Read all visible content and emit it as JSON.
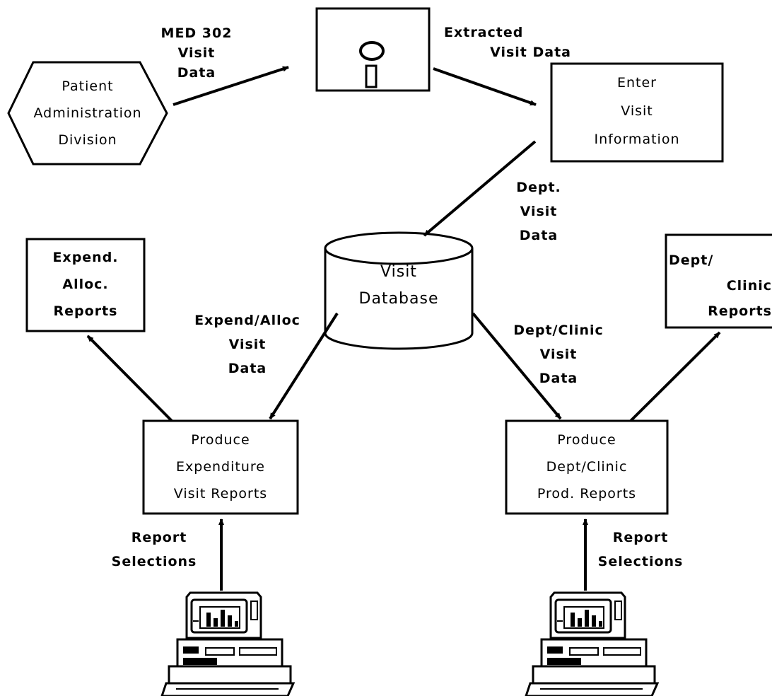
{
  "diagram": {
    "nodes": {
      "patient_admin": [
        "Patient",
        "Administration",
        "Division"
      ],
      "enter_visit": [
        "Enter",
        "Visit",
        "Information"
      ],
      "visit_database": [
        "Visit",
        "Database"
      ],
      "expend_alloc_reports": [
        "Expend.",
        "Alloc.",
        "Reports"
      ],
      "dept_clinic_reports": [
        "Dept/",
        "Clinic",
        "Reports"
      ],
      "produce_expenditure": [
        "Produce",
        "Expenditure",
        "Visit Reports"
      ],
      "produce_dept_clinic": [
        "Produce",
        "Dept/Clinic",
        "Prod. Reports"
      ]
    },
    "flows": {
      "med302": [
        "MED 302",
        "Visit",
        "Data"
      ],
      "extracted": [
        "Extracted",
        "Visit Data"
      ],
      "dept_visit": [
        "Dept.",
        "Visit",
        "Data"
      ],
      "expend_alloc_visit": [
        "Expend/Alloc",
        "Visit",
        "Data"
      ],
      "dept_clinic_visit": [
        "Dept/Clinic",
        "Visit",
        "Data"
      ],
      "report_selections_left": [
        "Report",
        "Selections"
      ],
      "report_selections_right": [
        "Report",
        "Selections"
      ]
    },
    "icons": {
      "disk": "floppy-disk-icon",
      "workstation": "computer-workstation-icon"
    }
  }
}
